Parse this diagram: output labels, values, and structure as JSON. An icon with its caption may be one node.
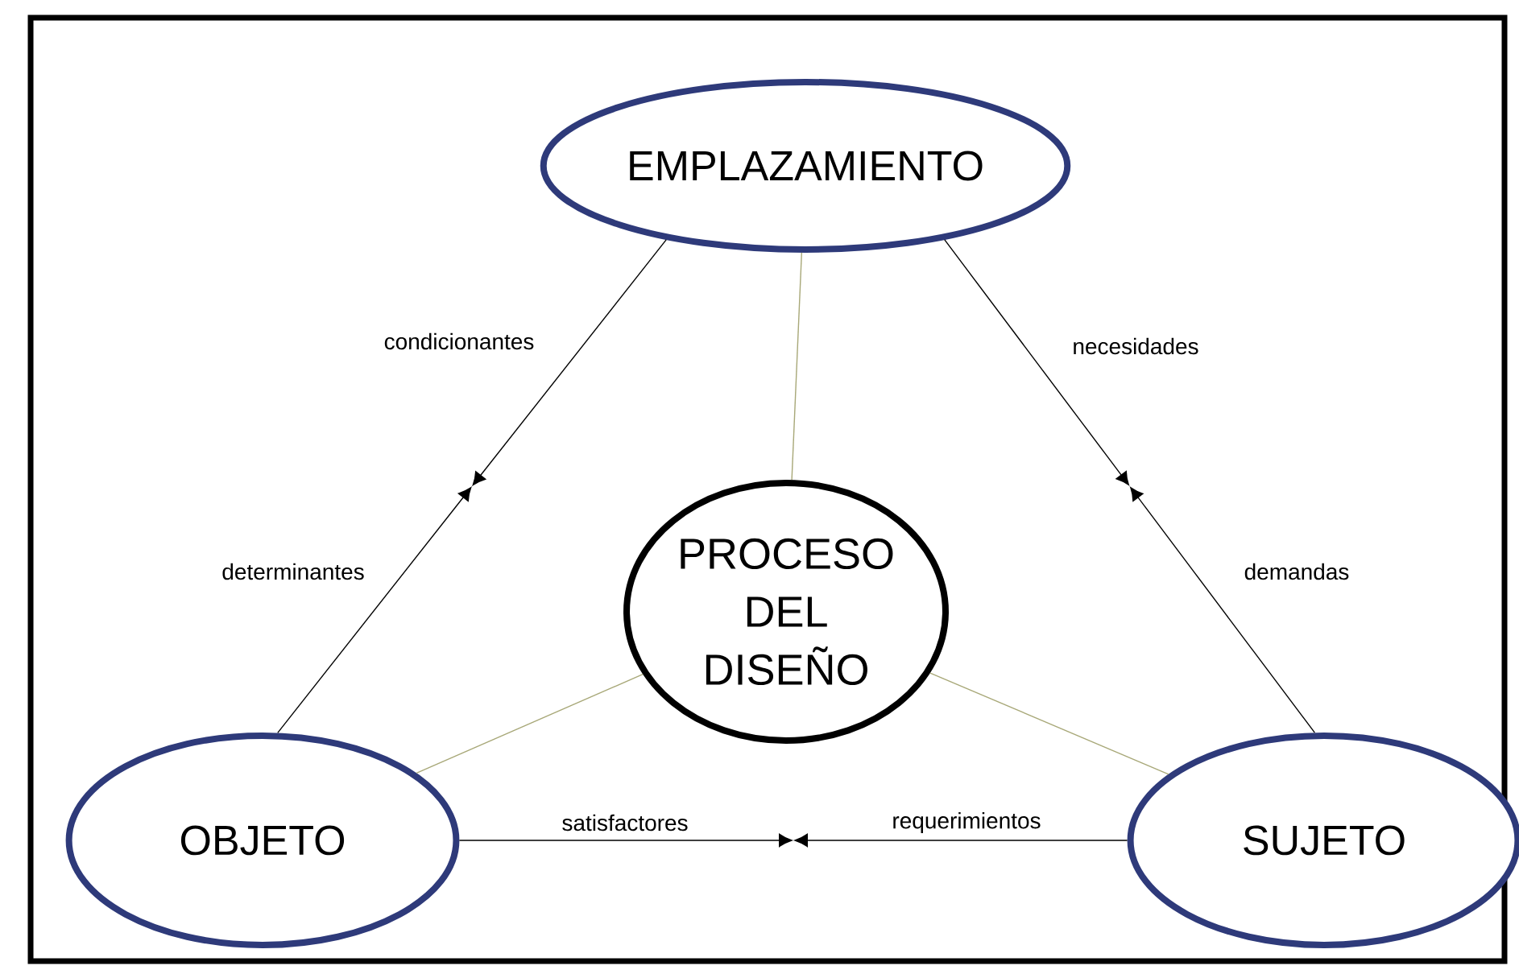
{
  "diagram": {
    "nodes": [
      {
        "text": [
          "EMPLAZAMIENTO"
        ]
      },
      {
        "text": [
          "PROCESO DEL DISEÑO"
        ]
      },
      {
        "text": [
          "OBJETO"
        ]
      },
      {
        "text": [
          "SUJETO"
        ]
      }
    ],
    "edges": [
      {
        "from": 0,
        "to": null,
        "arrow": "to",
        "label": "condicionantes"
      },
      {
        "from": 2,
        "to": null,
        "arrow": "to",
        "label": "determinantes"
      },
      {
        "from": 0,
        "to": null,
        "arrow": "to",
        "label": "necesidades"
      },
      {
        "from": 3,
        "to": null,
        "arrow": "to",
        "label": "demandas"
      },
      {
        "from": 2,
        "to": null,
        "arrow": "to",
        "label": "satisfactores"
      },
      {
        "from": 3,
        "to": null,
        "arrow": "to",
        "label": "requerimientos"
      },
      {
        "from": 1,
        "to": 0,
        "arrow": "none",
        "color": "#a8a878"
      },
      {
        "from": 1,
        "to": 2,
        "arrow": "none",
        "color": "#a8a878"
      },
      {
        "from": 1,
        "to": 3,
        "arrow": "none",
        "color": "#a8a878"
      }
    ]
  }
}
